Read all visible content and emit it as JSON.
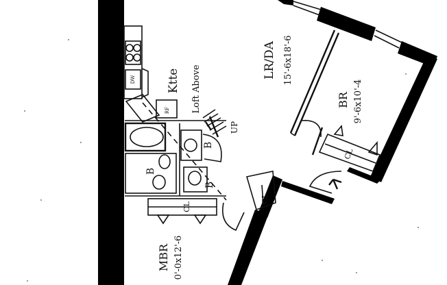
{
  "plan": {
    "rooms": {
      "living_dining": {
        "name": "LR/DA",
        "dims": "15'-6x18'-6"
      },
      "bedroom": {
        "name": "BR",
        "dims": "9'-6x10'-4"
      },
      "master_bedroom": {
        "name": "MBR",
        "dims": "0'-0x12'-6"
      },
      "kitchen": {
        "name": "Ktte",
        "note": "Loft Above"
      }
    },
    "labels": {
      "bath_upper": "B",
      "bath_lower": "B",
      "closet_br": "CL",
      "closet_mbr": "CL",
      "closet_hall": "CL",
      "stair_up": "UP",
      "dishwasher": "DW",
      "refrigerator": "RF"
    }
  }
}
